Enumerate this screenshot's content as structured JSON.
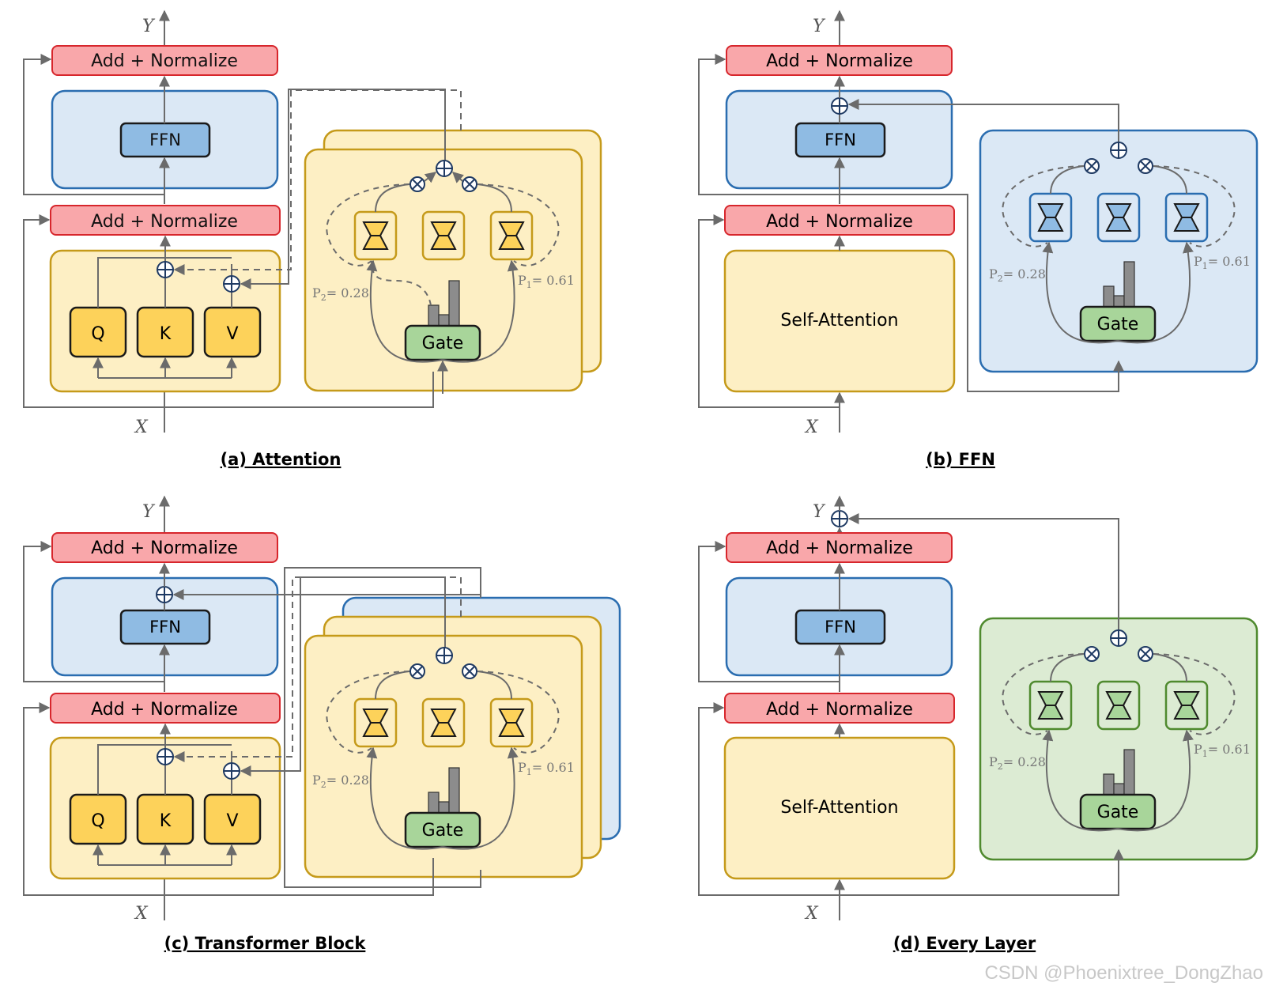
{
  "colors": {
    "red_fill": "#f9a7aa",
    "red_stroke": "#d7262c",
    "blue_fill": "#dbe8f5",
    "blue_stroke": "#2a6db0",
    "blue_block": "#8fbbe3",
    "yellow_fill": "#fdefc4",
    "yellow_stroke": "#c59a1a",
    "yellow_block": "#fdd25a",
    "green_fill": "#dcebd3",
    "green_stroke": "#4f8a2e",
    "green_block": "#a8d59a",
    "line": "#6b6b6b",
    "bar": "#8c8c8c",
    "dark": "#1a1a1a"
  },
  "labels": {
    "add_norm": "Add + Normalize",
    "ffn": "FFN",
    "q": "Q",
    "k": "K",
    "v": "V",
    "gate": "Gate",
    "self_attention": "Self-Attention",
    "x": "X",
    "y": "Y",
    "p2_main": "P",
    "p2_sub": "2",
    "p2_val": "= 0.28",
    "p1_main": "P",
    "p1_sub": "1",
    "p1_val": "= 0.61"
  },
  "captions": {
    "a": "(a) Attention",
    "b": "(b) FFN",
    "c": "(c) Transformer Block",
    "d": "(d) Every Layer"
  },
  "watermark": "CSDN @Phoenixtree_DongZhao"
}
